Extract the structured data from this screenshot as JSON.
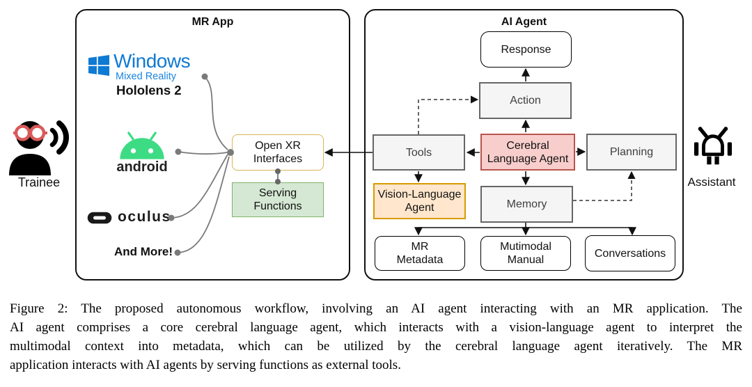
{
  "diagram": {
    "left_actor": {
      "label": "Trainee"
    },
    "right_actor": {
      "label": "Assistant"
    },
    "mr_app": {
      "title": "MR App",
      "windows_brand": "Windows",
      "windows_sub": "Mixed Reality",
      "windows_device": "Hololens 2",
      "android_label": "android",
      "oculus_label": "oculus",
      "more_label": "And More!",
      "open_xr_line1": "Open XR",
      "open_xr_line2": "Interfaces",
      "serving_line1": "Serving",
      "serving_line2": "Functions"
    },
    "ai_agent": {
      "title": "AI Agent",
      "response": "Response",
      "action": "Action",
      "tools": "Tools",
      "cerebral_line1": "Cerebral",
      "cerebral_line2": "Language Agent",
      "planning": "Planning",
      "vla_line1": "Vision-Language",
      "vla_line2": "Agent",
      "memory": "Memory",
      "mr_metadata_line1": "MR",
      "mr_metadata_line2": "Metadata",
      "manual_line1": "Mutimodal",
      "manual_line2": "Manual",
      "conversations": "Conversations"
    },
    "colors": {
      "cerebral_fill": "#f8cecc",
      "cerebral_border": "#b85450",
      "vla_fill": "#ffe6cc",
      "vla_border": "#d79b00",
      "serving_fill": "#d5e8d4",
      "serving_border": "#82b366",
      "open_xr_border": "#d6b656",
      "gray_fill": "#f5f5f5",
      "gray_border": "#666666",
      "windows_blue": "#0e7ad3",
      "android_green": "#3ddc84",
      "goggles_red": "#d9595a"
    }
  },
  "caption": {
    "line1": "Figure 2: The proposed autonomous workflow, involving an AI agent interacting with an MR application. The",
    "line2": "AI agent comprises a core cerebral language agent, which interacts with a vision-language agent to interpret the",
    "line3": "multimodal context into metadata, which can be utilized by the cerebral language agent iteratively.  The MR",
    "line4": "application interacts with AI agents by serving functions as external tools."
  }
}
